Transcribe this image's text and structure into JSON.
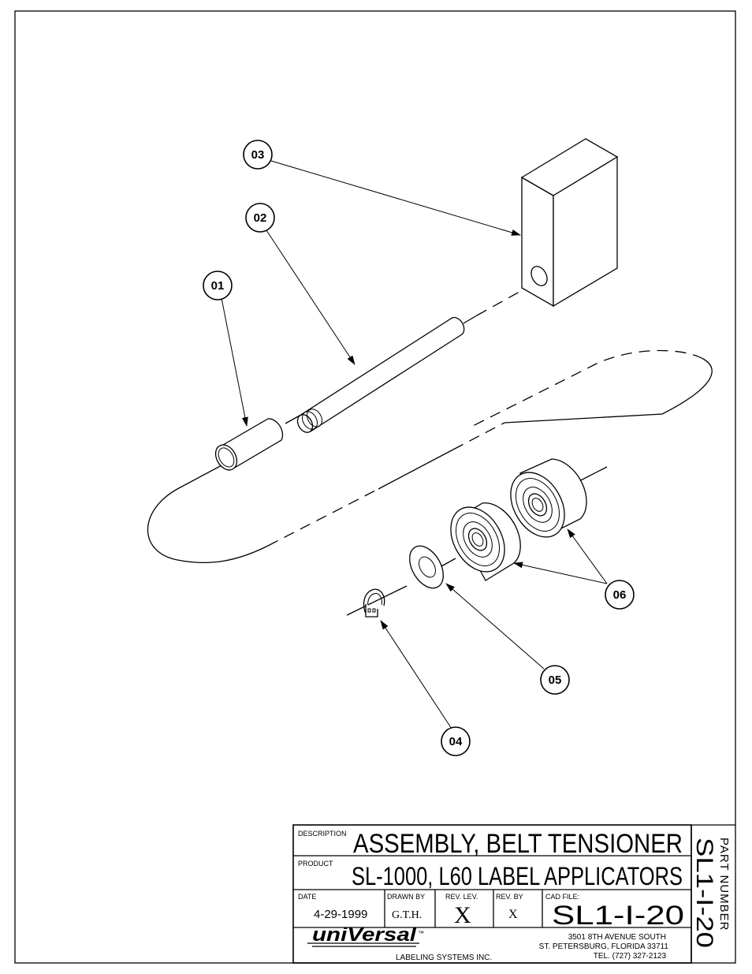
{
  "balloons": {
    "b01": "01",
    "b02": "02",
    "b03": "03",
    "b04": "04",
    "b05": "05",
    "b06": "06"
  },
  "title_block": {
    "description_label": "DESCRIPTION",
    "description": "ASSEMBLY, BELT TENSIONER",
    "product_label": "PRODUCT",
    "product": "SL-1000, L60 LABEL APPLICATORS",
    "date_label": "DATE",
    "date": "4-29-1999",
    "drawn_by_label": "DRAWN BY",
    "drawn_by": "G.T.H.",
    "rev_lev_label": "REV. LEV.",
    "rev_lev": "X",
    "rev_by_label": "REV. BY",
    "rev_by": "X",
    "cad_file_label": "CAD FILE:",
    "cad_file": "SL1-I-20",
    "company_logo": "uniVersal",
    "company_tm": "™",
    "company_sub": "LABELING SYSTEMS INC.",
    "address_line1": "3501 8TH AVENUE SOUTH",
    "address_line2": "ST. PETERSBURG, FLORIDA 33711",
    "address_line3": "TEL. (727) 327-2123",
    "part_number_label": "PART NUMBER",
    "part_number": "SL1-I-20"
  }
}
